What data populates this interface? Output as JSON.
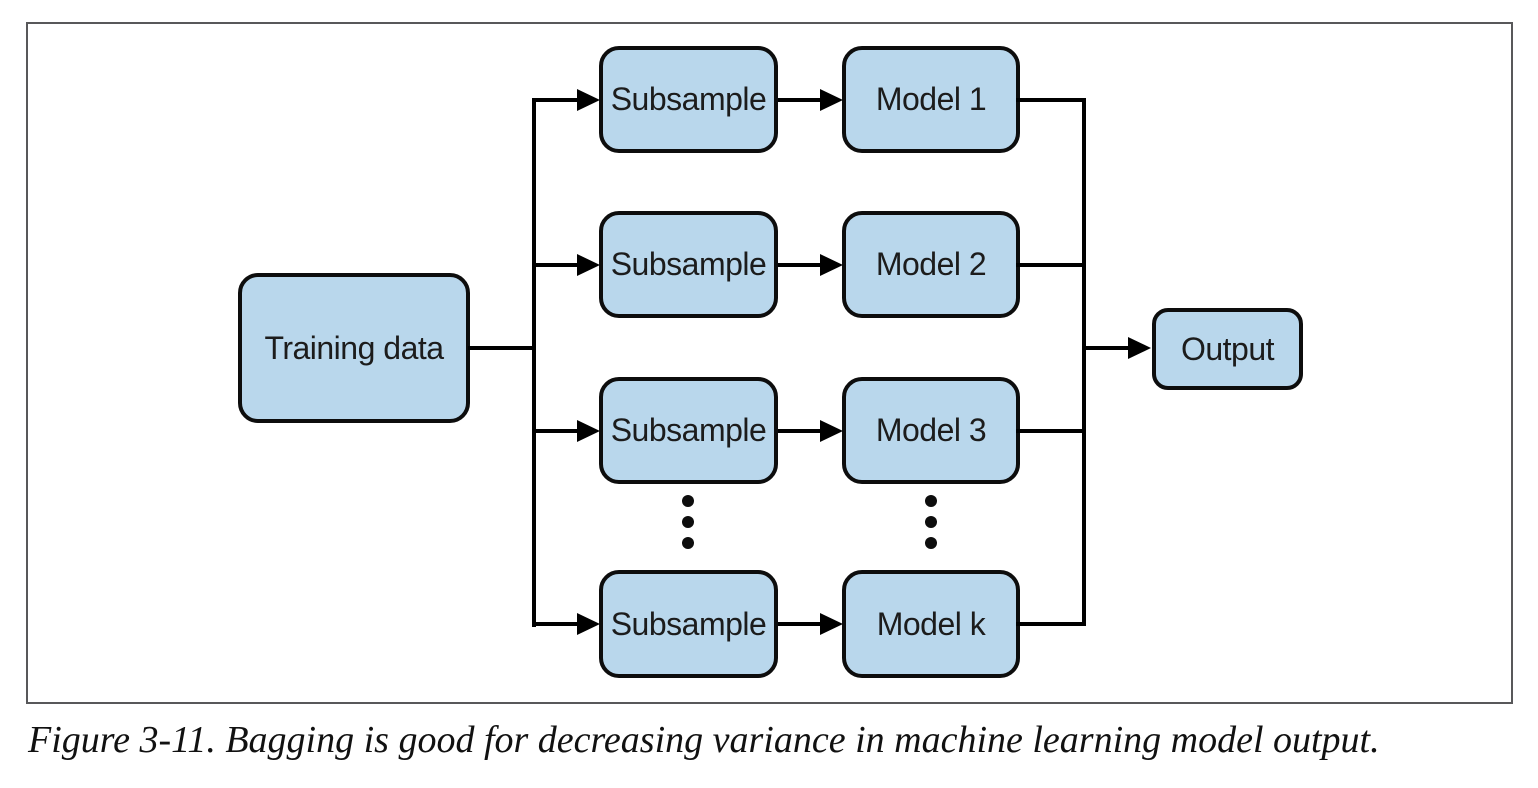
{
  "figure": {
    "caption": "Figure 3-11. Bagging is good for decreasing variance in machine learning model output.",
    "nodes": {
      "training": "Training data",
      "subsamples": [
        "Subsample",
        "Subsample",
        "Subsample",
        "Subsample"
      ],
      "models": [
        "Model 1",
        "Model 2",
        "Model 3",
        "Model k"
      ],
      "output": "Output"
    },
    "colors": {
      "node_fill": "#b9d7ec",
      "node_border": "#0d0d0d",
      "connector": "#000000",
      "frame_border": "#58585a",
      "background": "#ffffff",
      "text": "#1c1c1c",
      "caption_text": "#111111"
    }
  }
}
